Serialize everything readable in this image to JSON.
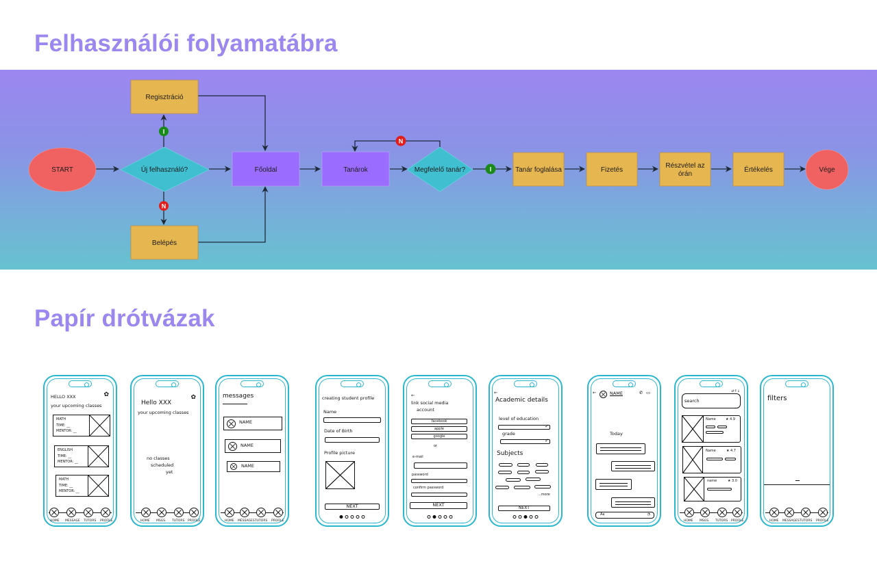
{
  "sections": {
    "flowchart_title": "Felhasználói folyamatábra",
    "wireframes_title": "Papír drótvázak"
  },
  "colors": {
    "title": "#9b87ee",
    "terminal": "#f06262",
    "decision": "#3fbfcf",
    "screen": "#9a6cff",
    "step": "#e6b650",
    "yes_badge": "#1a8a1a",
    "no_badge": "#e01e1e",
    "wireframe_outline": "#29b7d0"
  },
  "flowchart": {
    "nodes": {
      "start": "START",
      "new_user": "Új felhasználó?",
      "registration": "Regisztráció",
      "login": "Belépés",
      "home": "Főoldal",
      "teachers": "Tanárok",
      "suitable_teacher": "Megfelelő tanár?",
      "book_teacher": "Tanár foglalása",
      "payment": "Fizetés",
      "attend_line1": "Részvétel az",
      "attend_line2": "órán",
      "rating": "Értékelés",
      "end": "Vége"
    },
    "badges": {
      "yes": "I",
      "no": "N"
    }
  },
  "wireframes": {
    "home_with_classes": {
      "greeting": "HELLO XXX",
      "subtitle": "your upcoming classes",
      "classes": [
        {
          "subject": "MATH",
          "time": "TIME: __",
          "mentor": "MENTOR: __"
        },
        {
          "subject": "ENGLISH",
          "time": "TIME: __",
          "mentor": "MENTOR: __"
        },
        {
          "subject": "MATH",
          "time": "TIME: __",
          "mentor": "MENTOR: __"
        }
      ],
      "nav": [
        "HOME",
        "MESSAGE",
        "TUTORS",
        "PROFILE"
      ]
    },
    "home_empty": {
      "greeting": "Hello XXX",
      "subtitle": "your upcoming classes",
      "empty_l1": "no classes",
      "empty_l2": "scheduled",
      "empty_l3": "yet",
      "nav": [
        "HOME",
        "MSGS.",
        "TUTORS",
        "PROFILE"
      ]
    },
    "messages": {
      "title": "messages",
      "contacts": [
        "NAME",
        "NAME",
        "NAME"
      ],
      "nav": [
        "HOME",
        "MESSAGES",
        "TUTORS",
        "PROFILE"
      ]
    },
    "student_profile": {
      "title": "creating student profile",
      "name_label": "Name",
      "dob_label": "Date of Birth",
      "picture_label": "Profile picture",
      "next": "NEXT",
      "step": 1,
      "total_steps": 5
    },
    "link_social": {
      "title_l1": "link social media",
      "title_l2": "account",
      "providers": [
        "facebook",
        "apple",
        "google"
      ],
      "or": "or",
      "email_label": "e-mail",
      "password_label": "password",
      "confirm_label": "confirm password",
      "next": "NEXT",
      "step": 2,
      "total_steps": 5
    },
    "academic": {
      "title": "Academic details",
      "education_label": "level of education",
      "grade_label": "grade",
      "subjects_label": "Subjects",
      "more": "...more",
      "next": "NEXT",
      "step": 3,
      "total_steps": 5
    },
    "chat": {
      "contact": "NAME",
      "day": "Today",
      "input_placeholder": "Aa"
    },
    "tutors": {
      "search_placeholder": "search",
      "results": [
        {
          "name": "Name",
          "rating": "4.9"
        },
        {
          "name": "Name",
          "rating": "4.7"
        },
        {
          "name": "name",
          "rating": "3.0"
        }
      ],
      "nav": [
        "HOME",
        "MSGS.",
        "TUTORS",
        "PROFILE"
      ]
    },
    "filters": {
      "title": "filters",
      "nav": [
        "HOME",
        "MESSAGES",
        "TUTORS",
        "PROFILE"
      ]
    }
  }
}
